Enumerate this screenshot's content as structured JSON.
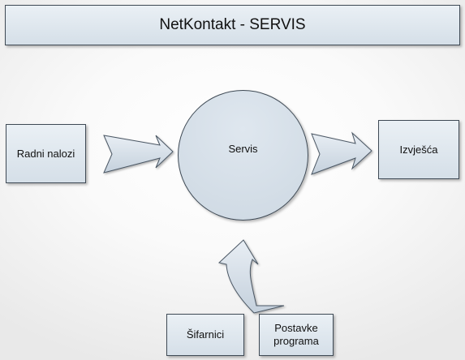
{
  "diagram": {
    "title": "NetKontakt - SERVIS",
    "nodes": {
      "radni_nalozi": "Radni nalozi",
      "servis": "Servis",
      "izvjesca": "Izvješća",
      "sifarnici": "Šifarnici",
      "postavke_line1": "Postavke",
      "postavke_line2": "programa"
    },
    "edges": [
      {
        "from": "Radni nalozi",
        "to": "Servis"
      },
      {
        "from": "Servis",
        "to": "Izvješća"
      },
      {
        "from": "Postavke programa",
        "to": "Servis"
      }
    ],
    "colors": {
      "box_fill_top": "#eaf0f5",
      "box_fill_bottom": "#d5dfe8",
      "border": "#3f4a55",
      "arrow_fill": "#d3dde7"
    }
  }
}
